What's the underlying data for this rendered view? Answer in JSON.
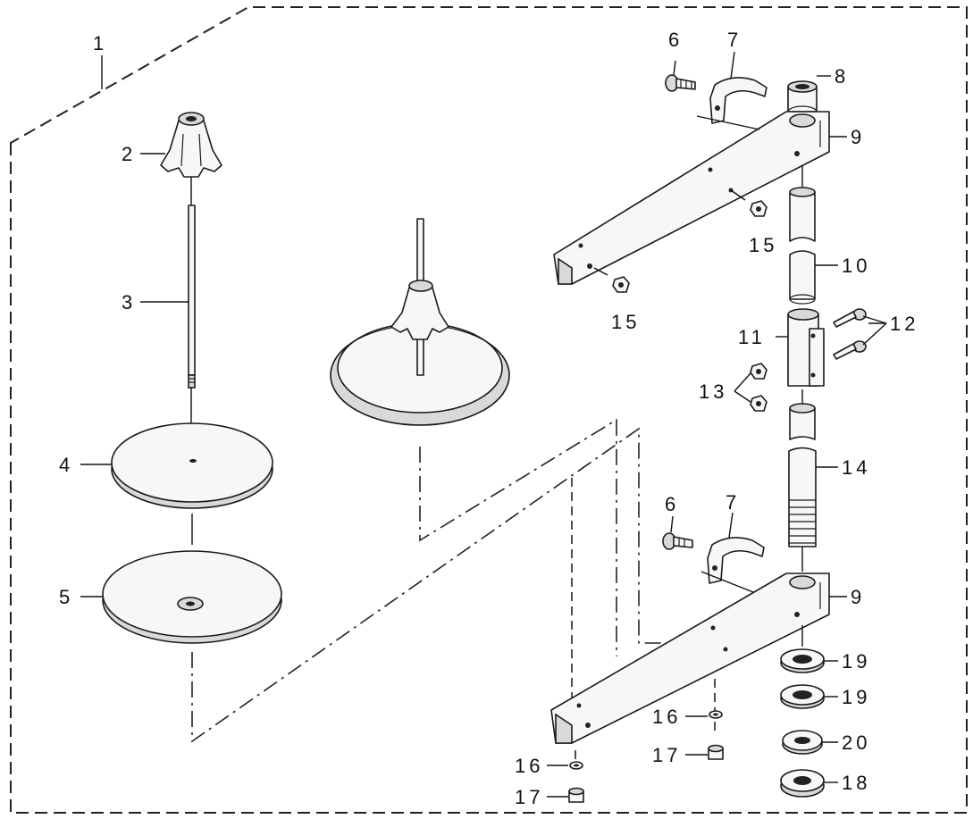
{
  "diagram": {
    "callouts": [
      {
        "id": "c1",
        "label": "1"
      },
      {
        "id": "c2",
        "label": "2"
      },
      {
        "id": "c3",
        "label": "3"
      },
      {
        "id": "c4",
        "label": "4"
      },
      {
        "id": "c5",
        "label": "5"
      },
      {
        "id": "c6a",
        "label": "6"
      },
      {
        "id": "c7a",
        "label": "7"
      },
      {
        "id": "c8",
        "label": "8"
      },
      {
        "id": "c9a",
        "label": "9"
      },
      {
        "id": "c10",
        "label": "10"
      },
      {
        "id": "c11",
        "label": "11"
      },
      {
        "id": "c12",
        "label": "12"
      },
      {
        "id": "c13",
        "label": "13"
      },
      {
        "id": "c14",
        "label": "14"
      },
      {
        "id": "c15a",
        "label": "15"
      },
      {
        "id": "c15b",
        "label": "15"
      },
      {
        "id": "c6b",
        "label": "6"
      },
      {
        "id": "c7b",
        "label": "7"
      },
      {
        "id": "c9b",
        "label": "9"
      },
      {
        "id": "c19a",
        "label": "19"
      },
      {
        "id": "c19b",
        "label": "19"
      },
      {
        "id": "c16a",
        "label": "16"
      },
      {
        "id": "c17a",
        "label": "17"
      },
      {
        "id": "c20",
        "label": "20"
      },
      {
        "id": "c16b",
        "label": "16"
      },
      {
        "id": "c17b",
        "label": "17"
      },
      {
        "id": "c18",
        "label": "18"
      }
    ]
  }
}
